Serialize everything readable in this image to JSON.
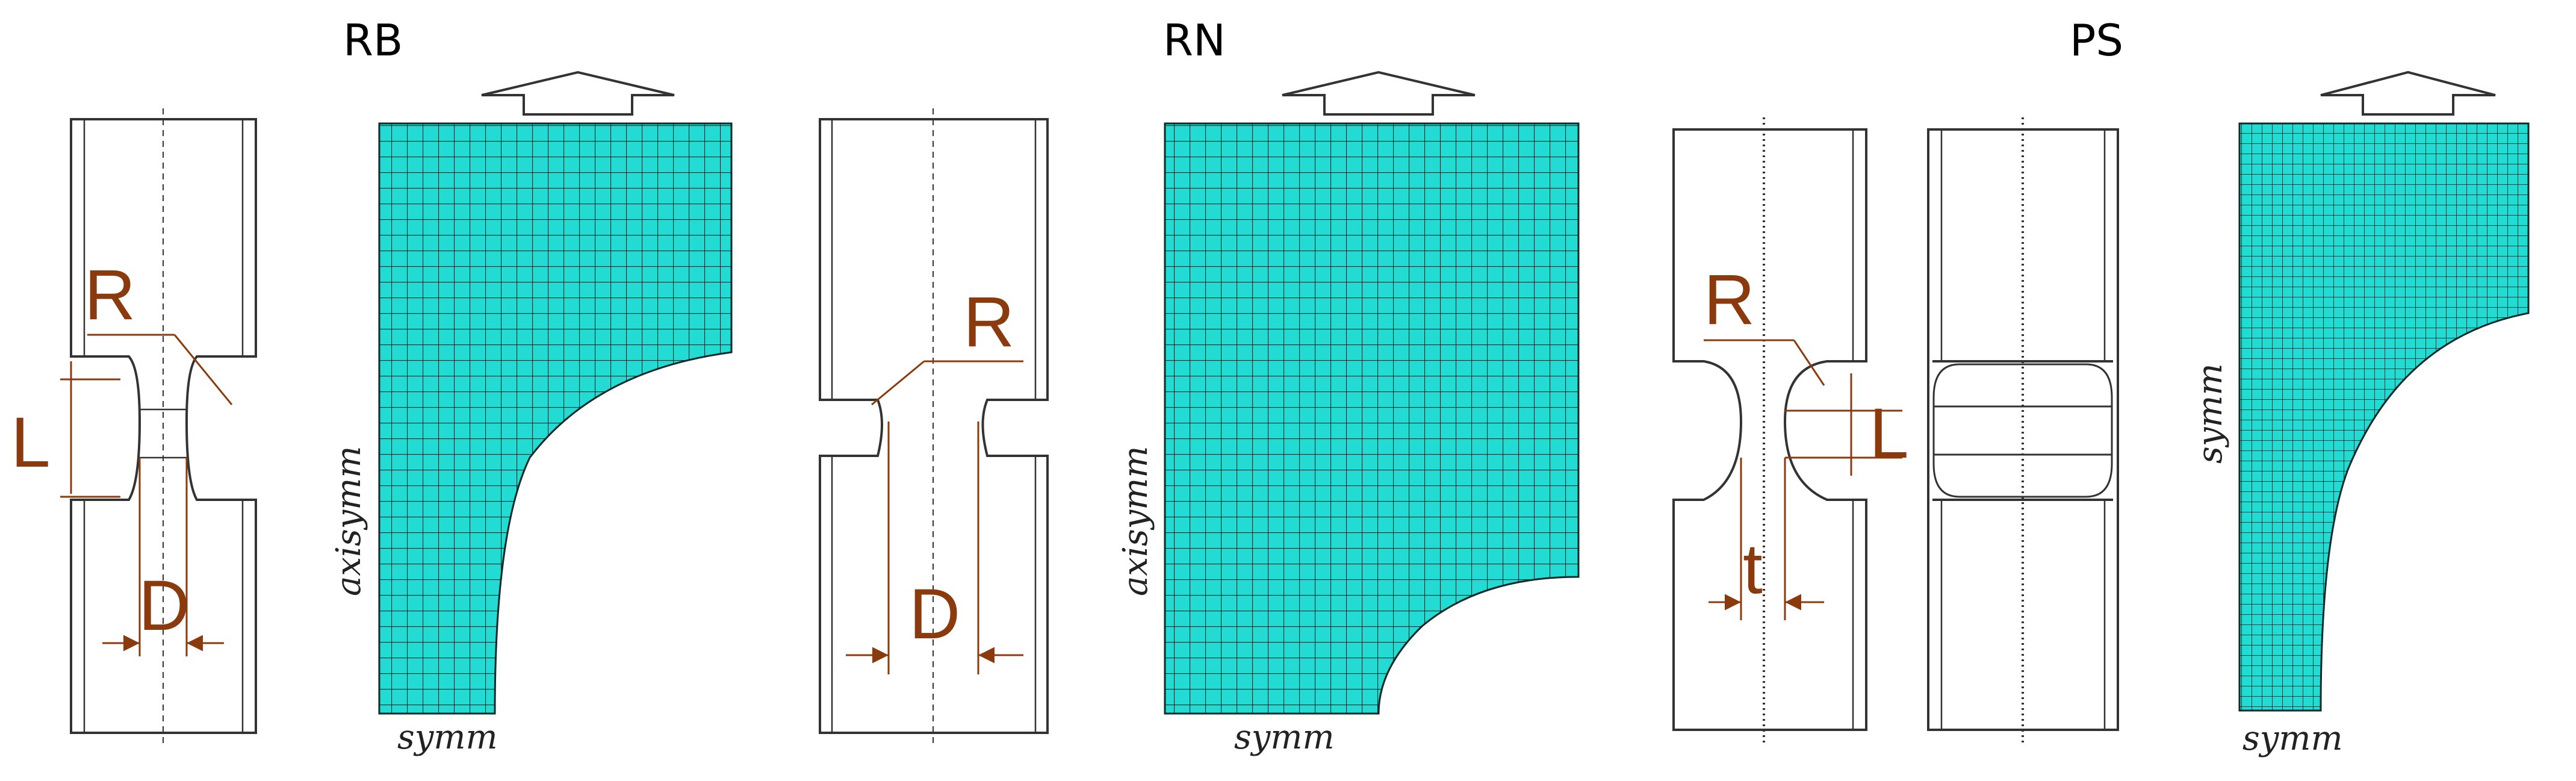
{
  "panels": {
    "rb": {
      "title": "RB",
      "radius": "R",
      "length": "L",
      "diameter": "D",
      "axis": "axisymm",
      "symmetry": "symm"
    },
    "rn": {
      "title": "RN",
      "radius": "R",
      "diameter": "D",
      "axis": "axisymm",
      "symmetry": "symm"
    },
    "ps": {
      "title": "PS",
      "radius": "R",
      "length": "L",
      "thickness": "t",
      "axis": "symm",
      "symmetry": "symm"
    }
  },
  "colors": {
    "mesh_fill": "#22dcd4",
    "mesh_line": "#0e2a2a",
    "dimension": "#8b3a0e",
    "outline": "#333333"
  },
  "icons": [
    "load-arrow-icon"
  ]
}
